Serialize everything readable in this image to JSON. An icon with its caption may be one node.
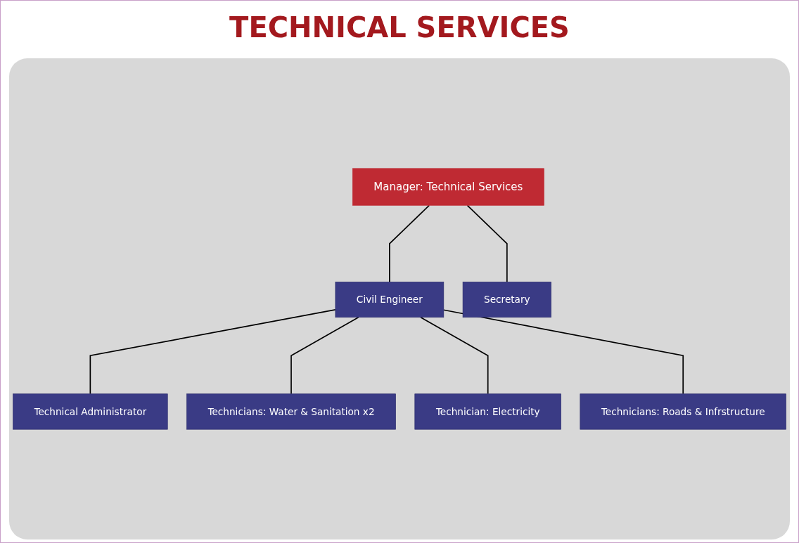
{
  "diagram": {
    "title": "TECHNICAL SERVICES",
    "nodes": [
      {
        "text": [
          "Manager: Technical Services"
        ]
      },
      {
        "text": [
          "Secretary"
        ]
      },
      {
        "text": [
          "Civil Engineer"
        ]
      },
      {
        "text": [
          "Technical Administrator"
        ]
      },
      {
        "text": [
          "Technicians: Water & Sanitation x2"
        ]
      },
      {
        "text": [
          "Technician: Electricity"
        ]
      },
      {
        "text": [
          "Technicians: Roads & Infrstructure"
        ]
      }
    ],
    "edges": [
      {
        "from": 0,
        "to": 1,
        "arrow": "none"
      },
      {
        "from": 0,
        "to": 2,
        "arrow": "none"
      },
      {
        "from": 2,
        "to": 3,
        "arrow": "none"
      },
      {
        "from": 2,
        "to": 4,
        "arrow": "none"
      },
      {
        "from": 2,
        "to": 5,
        "arrow": "none"
      },
      {
        "from": 2,
        "to": 6,
        "arrow": "none"
      }
    ]
  }
}
